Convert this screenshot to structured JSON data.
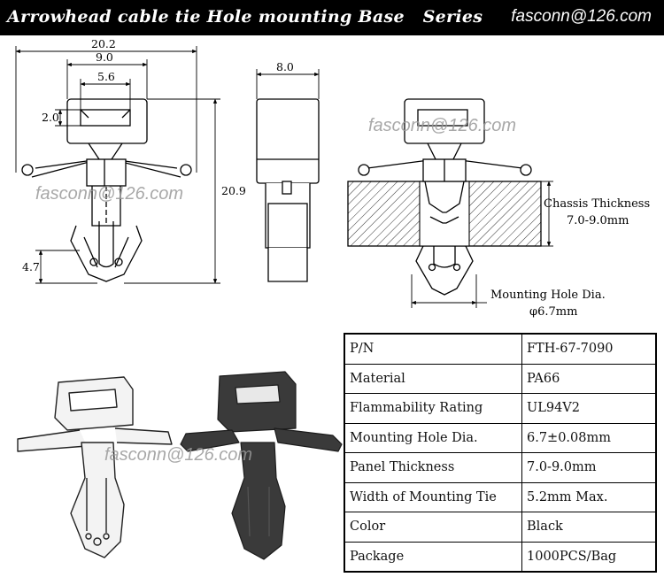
{
  "header": {
    "title": "Arrowhead cable tie Hole mounting Base   Series",
    "email": "fasconn@126.com"
  },
  "watermark": "fasconn@126.com",
  "dimensions": {
    "width_total": "20.2",
    "width_slot_outer": "9.0",
    "width_slot_inner": "5.6",
    "slot_height": "2.0",
    "total_height": "20.9",
    "tip_height": "4.7",
    "side_width": "8.0"
  },
  "section_labels": {
    "chassis_thickness": "Chassis Thickness",
    "chassis_thickness_value": "7.0-9.0mm",
    "mounting_hole": "Mounting Hole Dia.",
    "mounting_hole_value": "φ6.7mm"
  },
  "specs": [
    {
      "key": "P/N",
      "value": "FTH-67-7090"
    },
    {
      "key": "Material",
      "value": "PA66"
    },
    {
      "key": "Flammability Rating",
      "value": "UL94V2"
    },
    {
      "key": "Mounting Hole Dia.",
      "value": "6.7±0.08mm"
    },
    {
      "key": "Panel Thickness",
      "value": "7.0-9.0mm"
    },
    {
      "key": "Width of Mounting Tie",
      "value": "5.2mm Max."
    },
    {
      "key": "Color",
      "value": "Black"
    },
    {
      "key": "Package",
      "value": "1000PCS/Bag"
    }
  ],
  "colors": {
    "header_bg": "#000000",
    "header_text": "#ffffff",
    "part_black": "#3a3a3a",
    "line": "#000000"
  }
}
